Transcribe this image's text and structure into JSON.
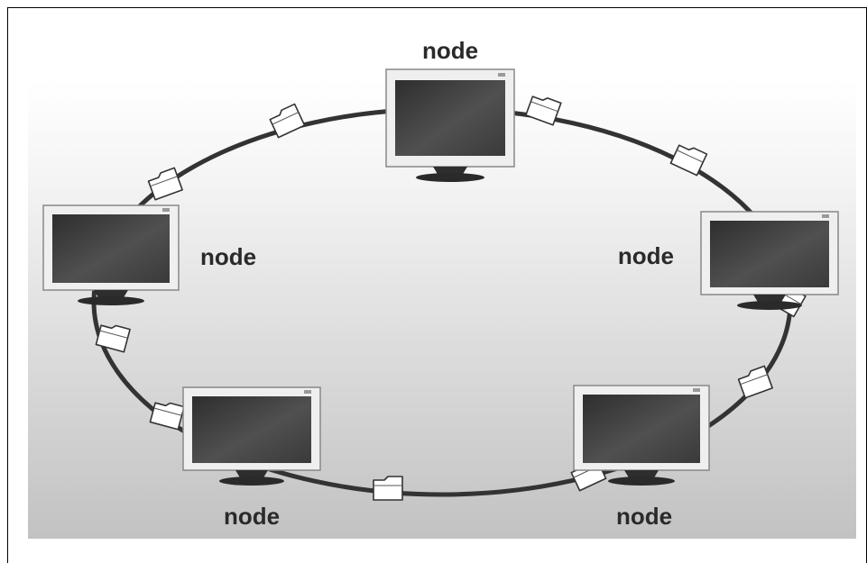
{
  "diagram": {
    "topology": "ring",
    "nodes": [
      {
        "id": "top",
        "label": "node"
      },
      {
        "id": "right",
        "label": "node"
      },
      {
        "id": "bottom-right",
        "label": "node"
      },
      {
        "id": "bottom-left",
        "label": "node"
      },
      {
        "id": "left",
        "label": "node"
      }
    ],
    "connections": [
      {
        "from": "top",
        "to": "right",
        "packets": 2
      },
      {
        "from": "right",
        "to": "bottom-right",
        "packets": 2
      },
      {
        "from": "bottom-right",
        "to": "bottom-left",
        "packets": 2
      },
      {
        "from": "bottom-left",
        "to": "left",
        "packets": 2
      },
      {
        "from": "left",
        "to": "top",
        "packets": 2
      }
    ],
    "icons": {
      "node": "computer-monitor-icon",
      "packet": "folder-icon"
    },
    "colors": {
      "ring": "#333333",
      "screen": "#4a4a4a",
      "bezel": "#efefef",
      "label": "#2a2a2a"
    }
  }
}
